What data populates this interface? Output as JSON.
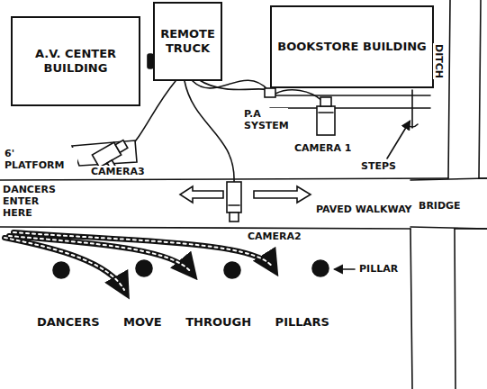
{
  "diagram": {
    "nodes": [
      {
        "text": [
          "A.V. CENTER BUILDING"
        ]
      },
      {
        "text": [
          "REMOTE TRUCK"
        ]
      },
      {
        "text": [
          "BOOKSTORE BUILDING"
        ]
      }
    ],
    "labels": [
      "6' PLATFORM",
      "P.A SYSTEM",
      "CAMERA3",
      "CAMERA 1",
      "STEPS",
      "DITCH",
      "PAVED WALKWAY",
      "BRIDGE",
      "DANCERS ENTER HERE",
      "CAMERA2",
      "PILLAR",
      "DANCERS MOVE THROUGH PILLARS"
    ]
  }
}
